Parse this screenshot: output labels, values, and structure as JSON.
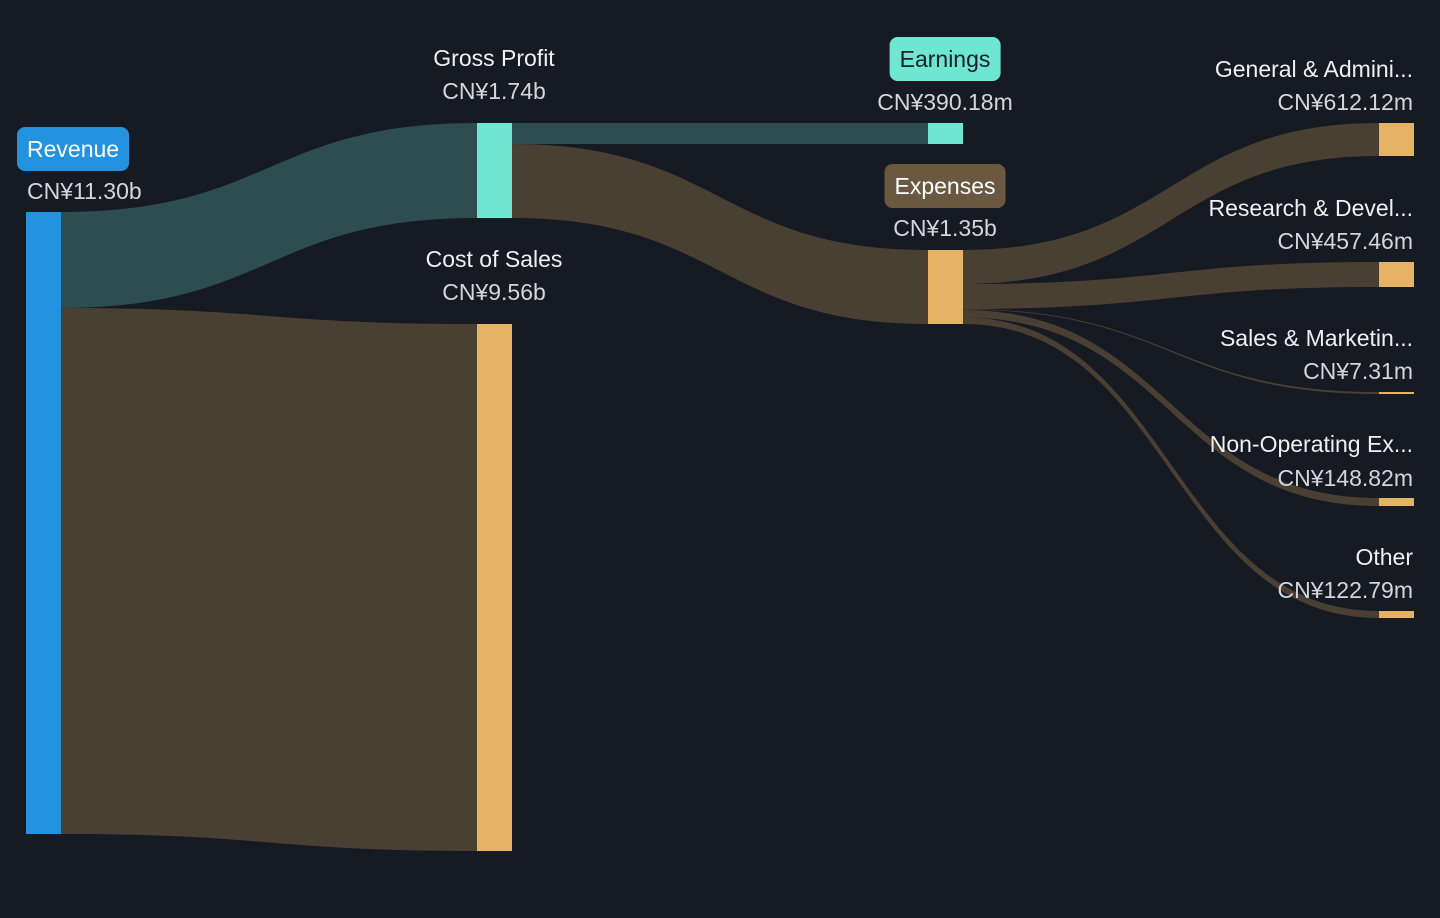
{
  "colors": {
    "background": "#151a23",
    "revenue": "#2393e0",
    "profit": "#6ee6d2",
    "cost": "#e6b264",
    "profit_link": "#2d4d50",
    "cost_link": "#4a3f33",
    "expenses_badge": "#6b5840"
  },
  "chart_data": {
    "type": "sankey",
    "currency": "CN¥",
    "nodes": [
      {
        "id": "revenue",
        "label": "Revenue",
        "value_label": "CN¥11.30b",
        "value_m": 11300
      },
      {
        "id": "gross_profit",
        "label": "Gross Profit",
        "value_label": "CN¥1.74b",
        "value_m": 1740
      },
      {
        "id": "cost_of_sales",
        "label": "Cost of Sales",
        "value_label": "CN¥9.56b",
        "value_m": 9560
      },
      {
        "id": "earnings",
        "label": "Earnings",
        "value_label": "CN¥390.18m",
        "value_m": 390.18
      },
      {
        "id": "expenses",
        "label": "Expenses",
        "value_label": "CN¥1.35b",
        "value_m": 1350
      },
      {
        "id": "ga",
        "label": "General & Admini...",
        "value_label": "CN¥612.12m",
        "value_m": 612.12
      },
      {
        "id": "rd",
        "label": "Research & Devel...",
        "value_label": "CN¥457.46m",
        "value_m": 457.46
      },
      {
        "id": "sm",
        "label": "Sales & Marketin...",
        "value_label": "CN¥7.31m",
        "value_m": 7.31
      },
      {
        "id": "nonop",
        "label": "Non-Operating Ex...",
        "value_label": "CN¥148.82m",
        "value_m": 148.82
      },
      {
        "id": "other",
        "label": "Other",
        "value_label": "CN¥122.79m",
        "value_m": 122.79
      }
    ],
    "links": [
      {
        "source": "revenue",
        "target": "gross_profit",
        "value_m": 1740
      },
      {
        "source": "revenue",
        "target": "cost_of_sales",
        "value_m": 9560
      },
      {
        "source": "gross_profit",
        "target": "earnings",
        "value_m": 390.18
      },
      {
        "source": "gross_profit",
        "target": "expenses",
        "value_m": 1350
      },
      {
        "source": "expenses",
        "target": "ga",
        "value_m": 612.12
      },
      {
        "source": "expenses",
        "target": "rd",
        "value_m": 457.46
      },
      {
        "source": "expenses",
        "target": "sm",
        "value_m": 7.31
      },
      {
        "source": "expenses",
        "target": "nonop",
        "value_m": 148.82
      },
      {
        "source": "expenses",
        "target": "other",
        "value_m": 122.79
      }
    ]
  }
}
